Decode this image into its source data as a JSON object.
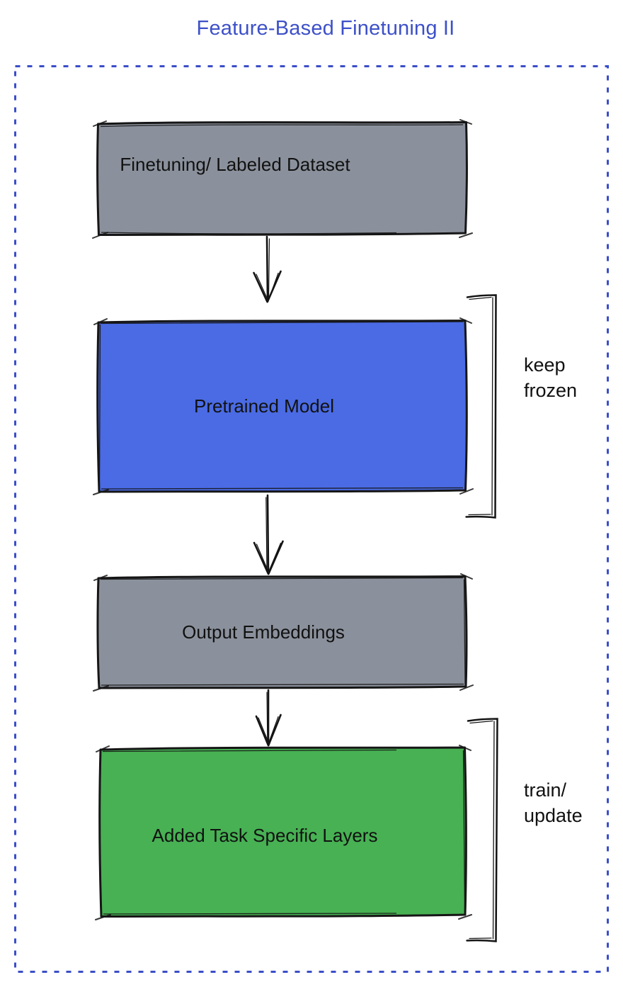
{
  "title": "Feature-Based Finetuning II",
  "colors": {
    "title_text": "#3D50C8",
    "frame_border": "#3A4EC9",
    "box_gray": "#8B919C",
    "box_blue": "#4A6BE4",
    "box_green": "#47B153",
    "stroke": "#161616",
    "label_text": "#111111"
  },
  "boxes": [
    {
      "id": "dataset",
      "label": "Finetuning/ Labeled Dataset",
      "fill": "#8B919C"
    },
    {
      "id": "pretrained",
      "label": "Pretrained Model",
      "fill": "#4A6BE4"
    },
    {
      "id": "embeddings",
      "label": "Output Embeddings",
      "fill": "#8B919C"
    },
    {
      "id": "task",
      "label": "Added Task Specific Layers",
      "fill": "#47B153"
    }
  ],
  "annotations": {
    "keep_frozen": {
      "line1": "keep",
      "line2": "frozen",
      "target": "Pretrained Model"
    },
    "train_update": {
      "line1": "train/",
      "line2": "update",
      "target": "Added Task Specific Layers"
    }
  },
  "flow": [
    "Finetuning/ Labeled Dataset",
    "Pretrained Model",
    "Output Embeddings",
    "Added Task Specific Layers"
  ]
}
